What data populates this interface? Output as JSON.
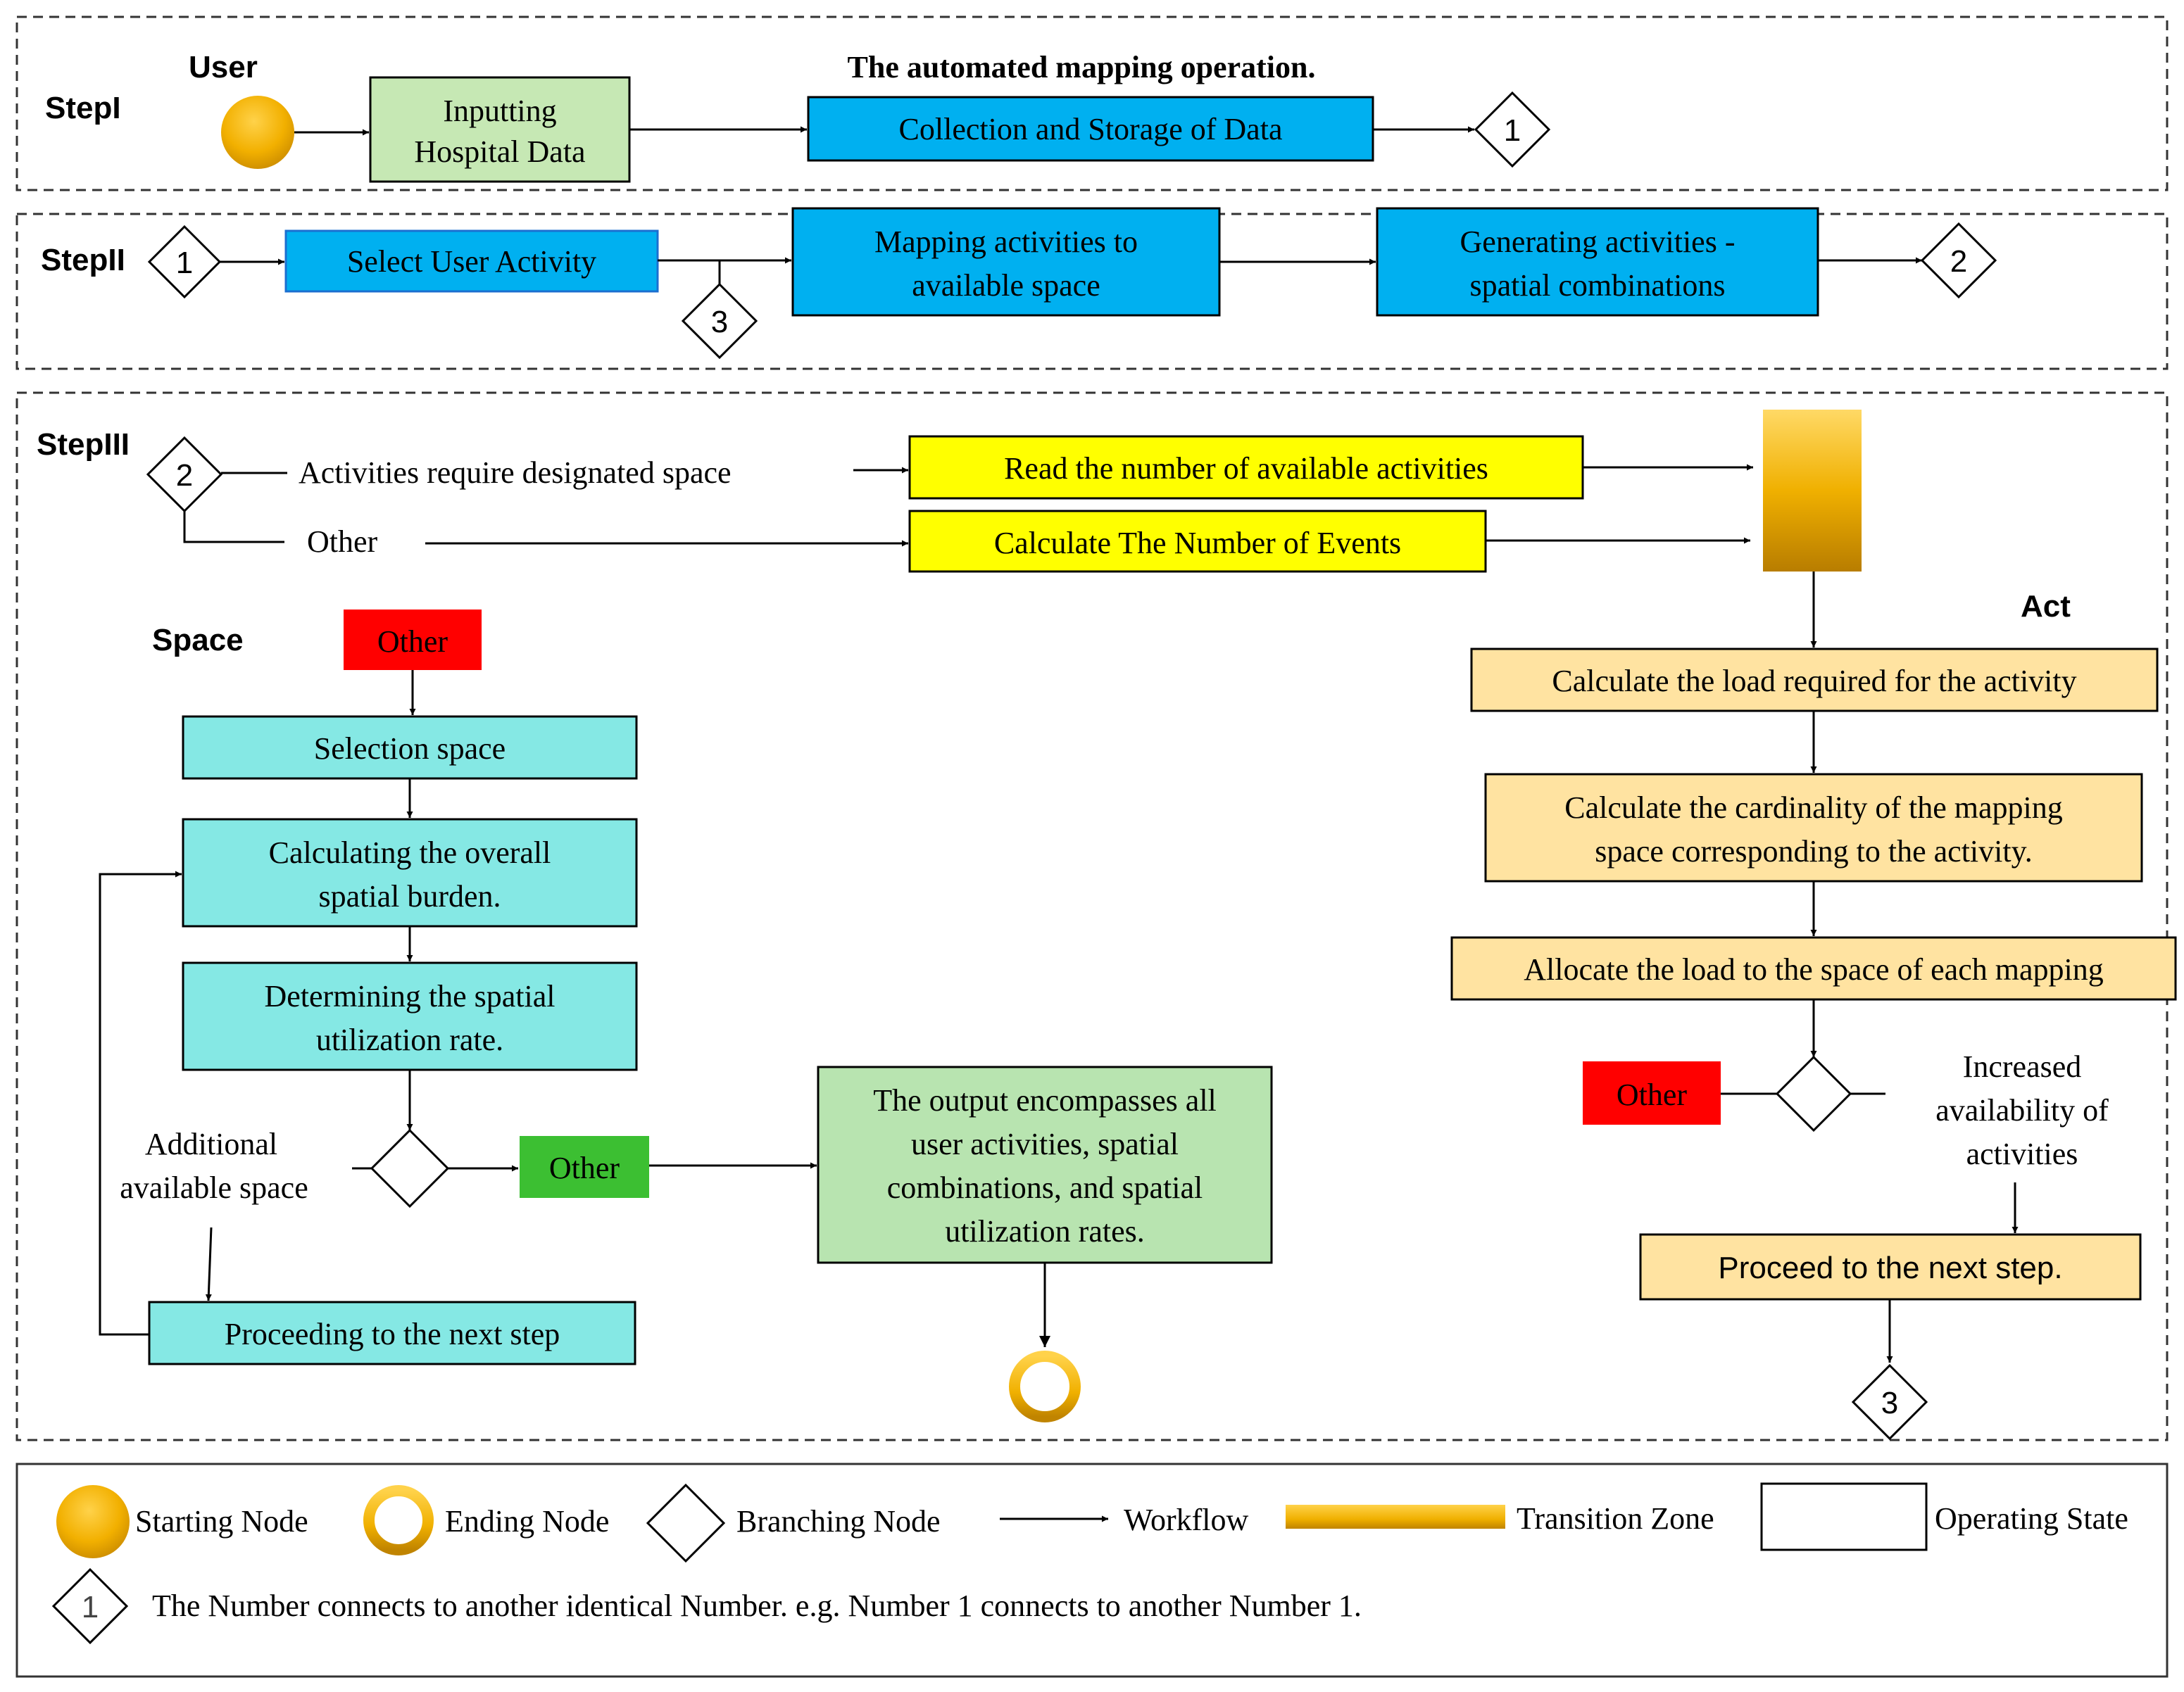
{
  "colors": {
    "green_box": "#c6e8b4",
    "blue_box": "#00b0f0",
    "yellow_box": "#ffff00",
    "tan_box": "#ffe3a1",
    "cyan_box": "#85e8e4",
    "red_box": "#ff0000",
    "green_other": "#3cbf32",
    "output_box": "#b8e4b0",
    "gold": "#f2b705"
  },
  "step1": {
    "label": "StepI",
    "user_label": "User",
    "heading": "The automated mapping  operation.",
    "input_box": [
      "Inputting",
      "Hospital  Data"
    ],
    "collect_box": "Collection  and  Storage  of  Data",
    "connector": "1"
  },
  "step2": {
    "label": "StepII",
    "connector_in": "1",
    "select_box": "Select  User  Activity",
    "connector_loop": "3",
    "mapping_box": [
      "Mapping  activities  to",
      "available  space"
    ],
    "generating_box": [
      "Generating  activities  -",
      "spatial  combinations"
    ],
    "connector_out": "2"
  },
  "step3": {
    "label": "StepIII",
    "connector_in": "2",
    "branch_designated": "Activities  require  designated  space",
    "branch_other": "Other",
    "read_box": "Read  the  number  of  available  activities",
    "calc_events_box": "Calculate  The  Number  of  Events",
    "space_label": "Space",
    "act_label": "Act",
    "space_other": "Other",
    "selection_space": "Selection  space",
    "calc_burden": [
      "Calculating  the  overall",
      "spatial  burden."
    ],
    "determine_rate": [
      "Determining  the  spatial",
      "utilization  rate."
    ],
    "additional": [
      "Additional",
      "available  space"
    ],
    "green_other": "Other",
    "proceeding": "Proceeding  to  the  next  step",
    "output_box": [
      "The  output  encompasses  all",
      "user  activities,  spatial",
      "combinations,  and  spatial",
      "utilization  rates."
    ],
    "calc_load": "Calculate  the  load  required  for  the  activity",
    "calc_card": [
      "Calculate  the  cardinality  of  the  mapping",
      "space  corresponding  to  the  activity."
    ],
    "allocate": "Allocate  the  load  to  the  space  of  each  mapping",
    "act_other": "Other",
    "increased": [
      "Increased",
      "availability  of",
      "activities"
    ],
    "proceed_next": "Proceed to the next step.",
    "connector_out": "3"
  },
  "legend": {
    "starting": "Starting  Node",
    "ending": "Ending  Node",
    "branching": "Branching  Node",
    "workflow": "Workflow",
    "transition": "Transition  Zone",
    "operating": "Operating  State",
    "number_symbol": "1",
    "number_note": "The  Number  connects  to  another  identical  Number.  e.g.  Number  1  connects  to  another  Number  1."
  }
}
